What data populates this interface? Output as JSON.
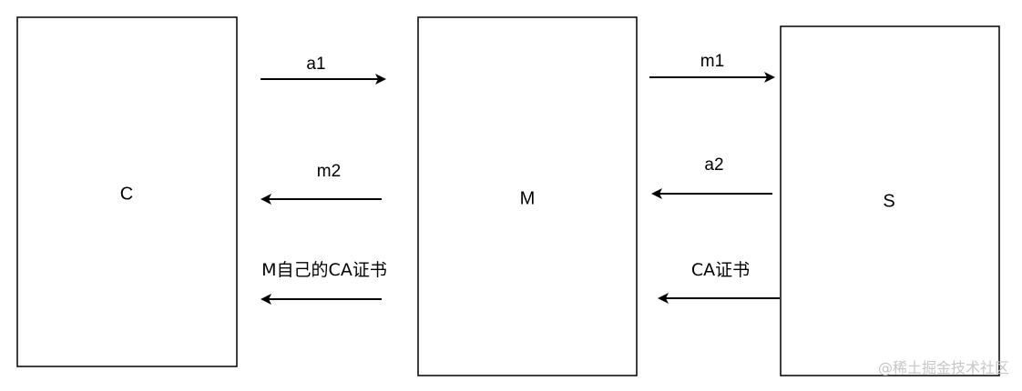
{
  "nodes": {
    "client": {
      "label": "C"
    },
    "middle": {
      "label": "M"
    },
    "server": {
      "label": "S"
    }
  },
  "edges": {
    "a1": {
      "label": "a1",
      "from": "C",
      "to": "M"
    },
    "m1": {
      "label": "m1",
      "from": "M",
      "to": "S"
    },
    "m2": {
      "label": "m2",
      "from": "M",
      "to": "C"
    },
    "a2": {
      "label": "a2",
      "from": "S",
      "to": "M"
    },
    "m_cert": {
      "label": "M自己的CA证书",
      "from": "M",
      "to": "C"
    },
    "ca_cert": {
      "label": "CA证书",
      "from": "S",
      "to": "M"
    }
  },
  "watermark": {
    "text": "@稀土掘金技术社区"
  }
}
